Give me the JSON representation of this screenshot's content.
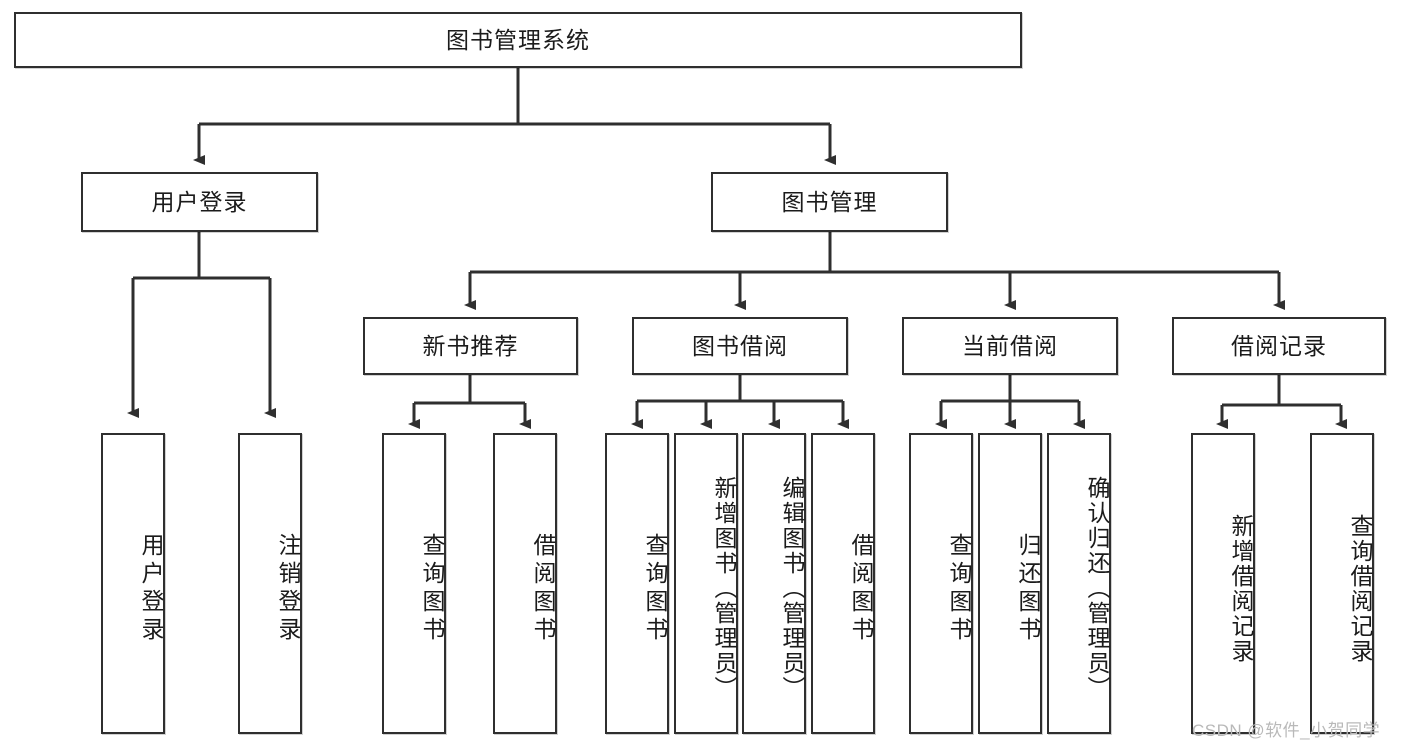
{
  "diagram": {
    "type": "tree",
    "title": "图书管理系统",
    "root": {
      "label": "图书管理系统"
    },
    "level2": [
      {
        "id": "user-login",
        "label": "用户登录"
      },
      {
        "id": "book-manage",
        "label": "图书管理"
      }
    ],
    "level3": [
      {
        "id": "new-book-recommend",
        "label": "新书推荐",
        "parent": "book-manage"
      },
      {
        "id": "book-borrow",
        "label": "图书借阅",
        "parent": "book-manage"
      },
      {
        "id": "current-borrow",
        "label": "当前借阅",
        "parent": "book-manage"
      },
      {
        "id": "borrow-record",
        "label": "借阅记录",
        "parent": "book-manage"
      }
    ],
    "leaves": {
      "user-login": [
        {
          "id": "leaf-user-login",
          "label": "用户登录"
        },
        {
          "id": "leaf-logout-login",
          "label": "注销登录"
        }
      ],
      "new-book-recommend": [
        {
          "id": "leaf-query-book-1",
          "label": "查询图书"
        },
        {
          "id": "leaf-borrow-book-1",
          "label": "借阅图书"
        }
      ],
      "book-borrow": [
        {
          "id": "leaf-query-book-2",
          "label": "查询图书"
        },
        {
          "id": "leaf-add-book",
          "label": "新增图书（管理员）"
        },
        {
          "id": "leaf-edit-book",
          "label": "编辑图书（管理员）"
        },
        {
          "id": "leaf-borrow-book-2",
          "label": "借阅图书"
        }
      ],
      "current-borrow": [
        {
          "id": "leaf-query-book-3",
          "label": "查询图书"
        },
        {
          "id": "leaf-return-book",
          "label": "归还图书"
        },
        {
          "id": "leaf-confirm-return",
          "label": "确认归还（管理员）"
        }
      ],
      "borrow-record": [
        {
          "id": "leaf-add-record",
          "label": "新增借阅记录"
        },
        {
          "id": "leaf-query-record",
          "label": "查询借阅记录"
        }
      ]
    }
  },
  "watermark": {
    "text": "CSDN @软件_小贺同学"
  },
  "colors": {
    "border": "#2f2f2f",
    "background": "#ffffff",
    "text": "#1b1b1b",
    "watermark": "#b9b9b9"
  }
}
